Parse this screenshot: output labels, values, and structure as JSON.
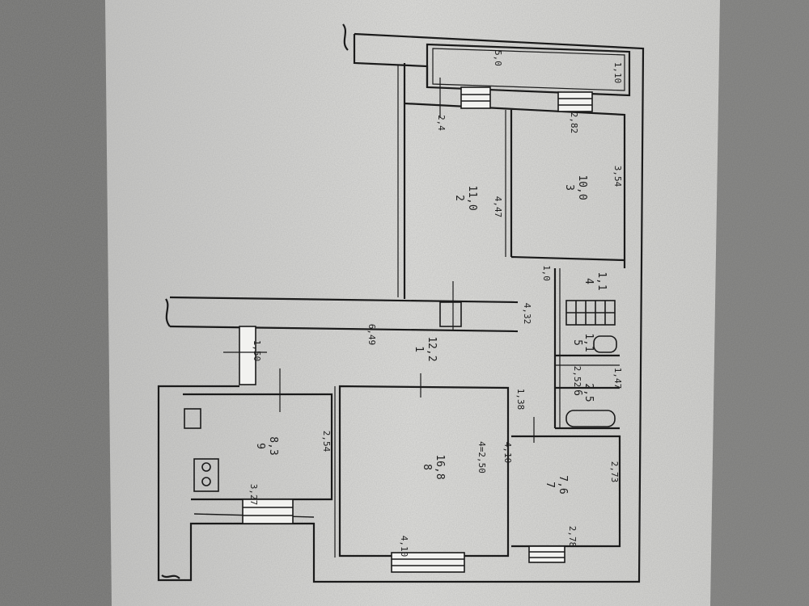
{
  "rooms": [
    {
      "num": "1",
      "area": "12,2"
    },
    {
      "num": "2",
      "area": "11,0"
    },
    {
      "num": "3",
      "area": "10,0"
    },
    {
      "num": "4",
      "area": "1,1"
    },
    {
      "num": "5",
      "area": "1,1"
    },
    {
      "num": "6",
      "area": "2,5"
    },
    {
      "num": "7",
      "area": "7,6"
    },
    {
      "num": "8",
      "area": "16,8"
    },
    {
      "num": "9",
      "area": "8,3"
    }
  ],
  "dimensions": {
    "balcony_len": "5,0",
    "balcony_w": "1,10",
    "room2_w": "2,4",
    "room3_w": "2,82",
    "room2_h": "4,47",
    "room3_h": "3,54",
    "hall_len": "6,49",
    "hall_w": "4,32",
    "entry": "1,50",
    "small4": "1,0",
    "small6": "2,52",
    "small6b": "1,47",
    "room8_h": "1,38",
    "room8_inner": "4=2,50",
    "room8_w": "4,10",
    "room8_b": "4,10",
    "room7_h": "2,73",
    "room7_w": "2,78",
    "room9_h": "2,54",
    "room9_w": "3,27"
  }
}
